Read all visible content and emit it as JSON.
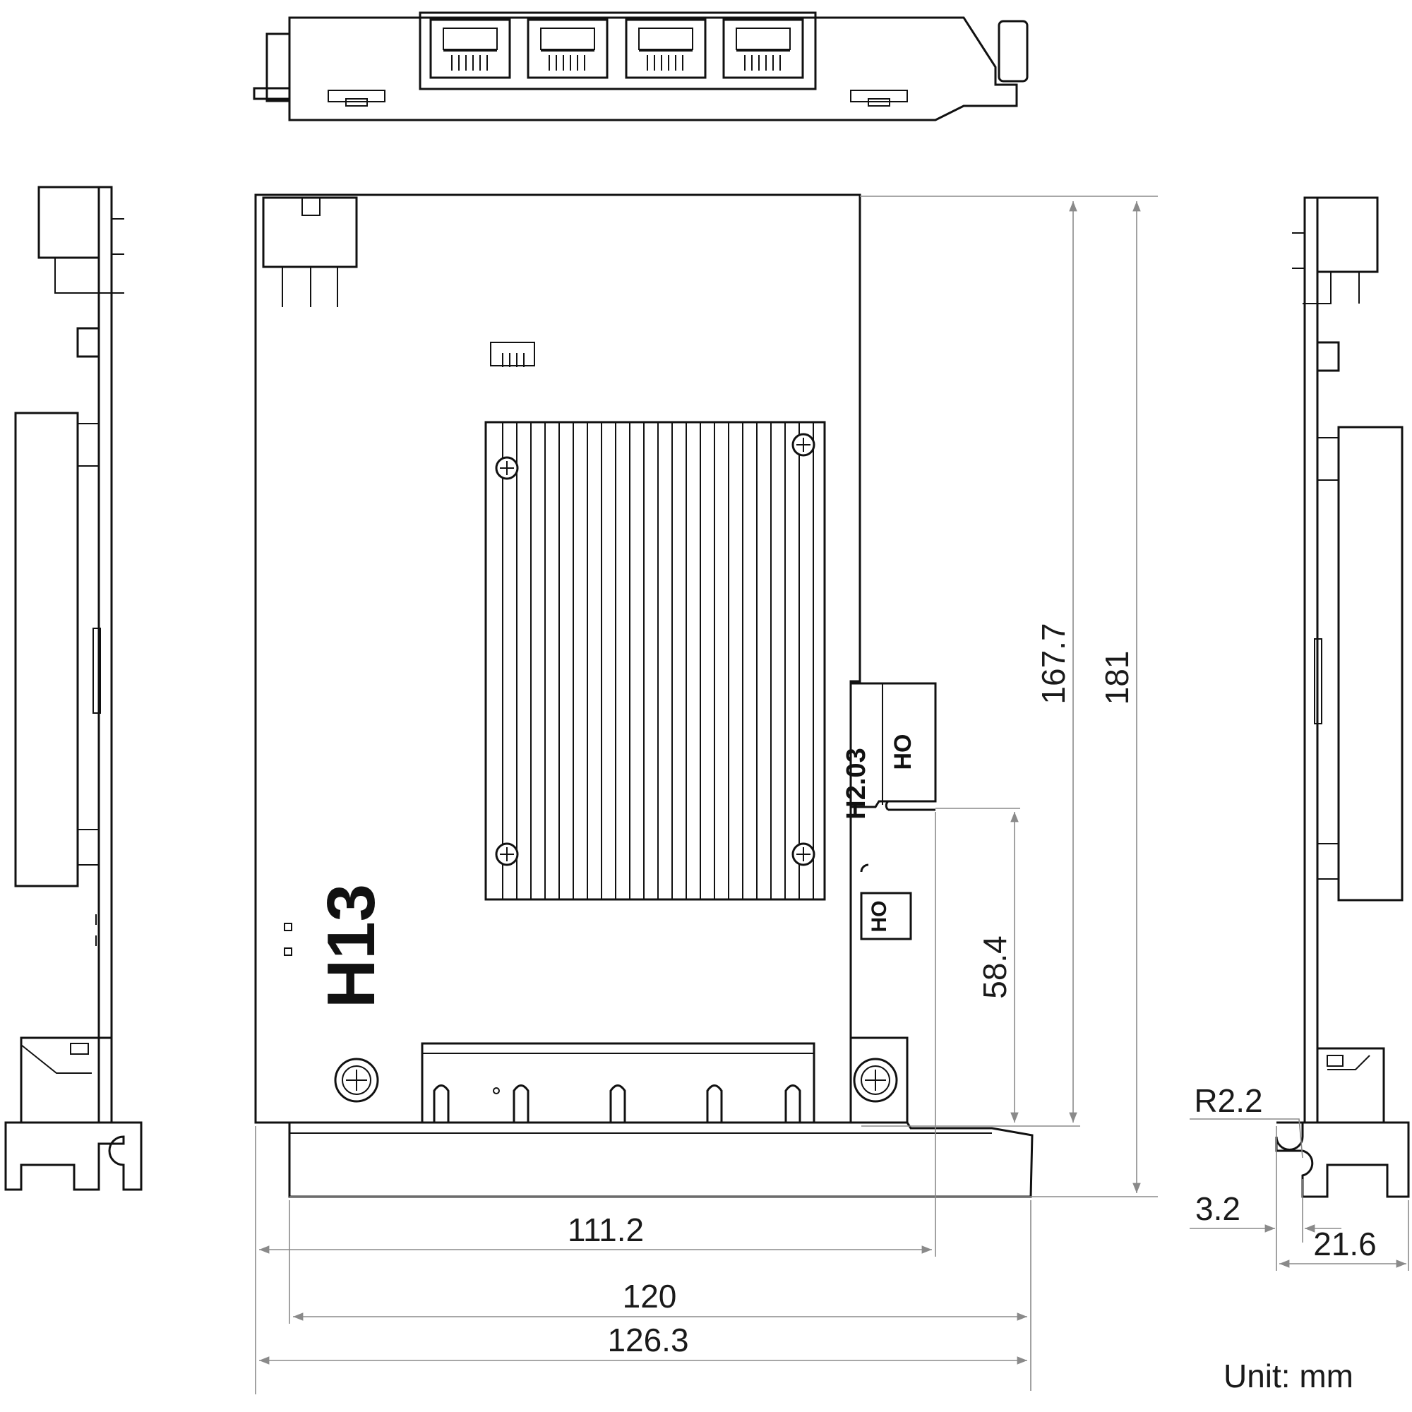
{
  "dimensions": {
    "d_167_7": "167.7",
    "d_181": "181",
    "d_58_4": "58.4",
    "d_111_2": "111.2",
    "d_120": "120",
    "d_126_3": "126.3",
    "d_r2_2": "R2.2",
    "d_3_2": "3.2",
    "d_21_6": "21.6"
  },
  "silkscreen": {
    "key_label": "H13",
    "slot_label": "H2.03",
    "ho_upper": "HO",
    "ho_lower": "HO"
  },
  "unit_label": "Unit: mm",
  "colors": {
    "outline": "#111111",
    "dimension": "#8a8a8a",
    "background": "#ffffff"
  }
}
